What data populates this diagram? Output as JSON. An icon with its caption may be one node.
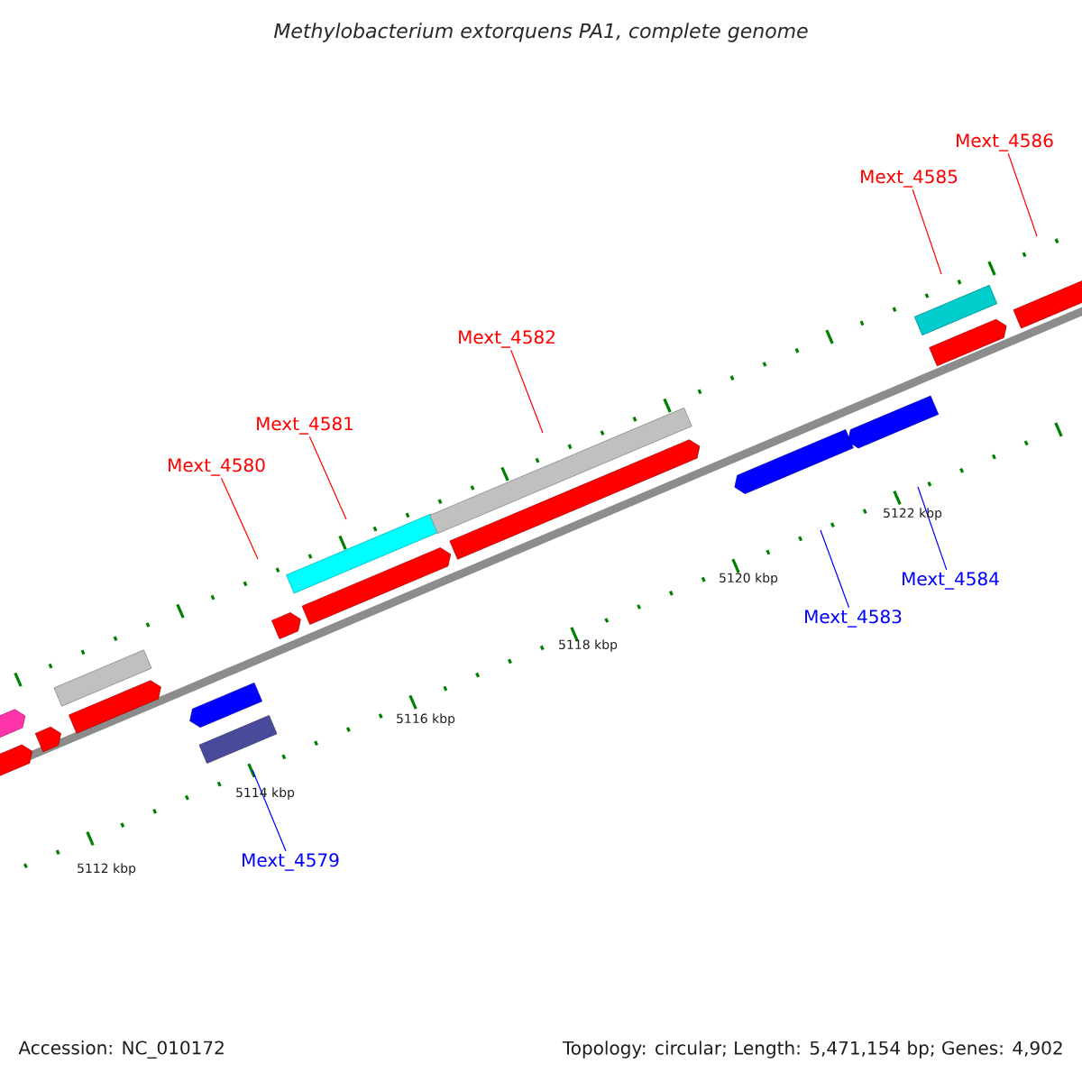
{
  "diagram": {
    "title": "Methylobacterium extorquens PA1, complete genome",
    "nodes": [
      {
        "text": [
          "Mext_4586"
        ]
      },
      {
        "text": [
          "Mext_4585"
        ]
      },
      {
        "text": [
          "Mext_4582"
        ]
      },
      {
        "text": [
          "Mext_4581"
        ]
      },
      {
        "text": [
          "Mext_4580"
        ]
      },
      {
        "text": [
          "Mext_4584"
        ]
      },
      {
        "text": [
          "Mext_4583"
        ]
      },
      {
        "text": [
          "Mext_4579"
        ]
      }
    ],
    "edges": [
      {
        "from": 0,
        "to": null,
        "arrow": "none"
      },
      {
        "from": 1,
        "to": null,
        "arrow": "none"
      },
      {
        "from": 2,
        "to": null,
        "arrow": "none"
      },
      {
        "from": 3,
        "to": null,
        "arrow": "none"
      },
      {
        "from": 4,
        "to": null,
        "arrow": "none"
      },
      {
        "from": 5,
        "to": null,
        "arrow": "none",
        "color": "#0000ff"
      },
      {
        "from": 6,
        "to": null,
        "arrow": "none",
        "color": "#0000ff"
      },
      {
        "from": 7,
        "to": null,
        "arrow": "none",
        "color": "#0000ff"
      }
    ],
    "labels": [
      "5122 kbp",
      "5120 kbp",
      "5118 kbp",
      "5116 kbp",
      "5114 kbp",
      "5112 kbp",
      "Accession: NC_010172",
      "Topology: circular; Length: 5,471,154 bp; Genes: 4,902"
    ]
  }
}
